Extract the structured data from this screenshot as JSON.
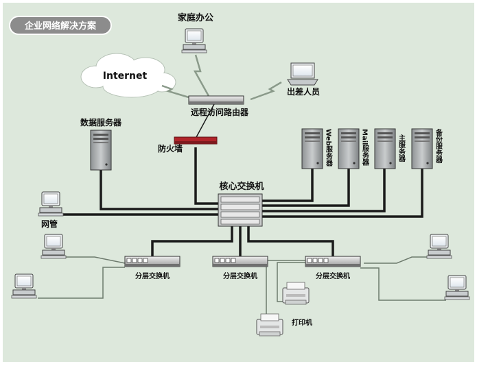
{
  "title": "企业网络解决方案",
  "nodes": {
    "home_office": "家庭办公",
    "internet": "Internet",
    "business_trip": "出差人员",
    "remote_router": "远程访问路由器",
    "data_server": "数据服务器",
    "firewall": "防火墙",
    "web_server": "Web服务器",
    "mail_server": "Mail服务器",
    "main_server": "主服务器",
    "backup_server": "备份服务器",
    "core_switch": "核心交换机",
    "network_mgmt": "网管",
    "layer_switch_1": "分层交换机",
    "layer_switch_2": "分层交换机",
    "layer_switch_3": "分层交换机",
    "printer": "打印机"
  },
  "colors": {
    "background": "#dde8dc",
    "backbone": "#1a1a1a",
    "lightning": "#8a9a8a",
    "firewall": "#b0242a",
    "title_pill": "#8c8c8c"
  }
}
